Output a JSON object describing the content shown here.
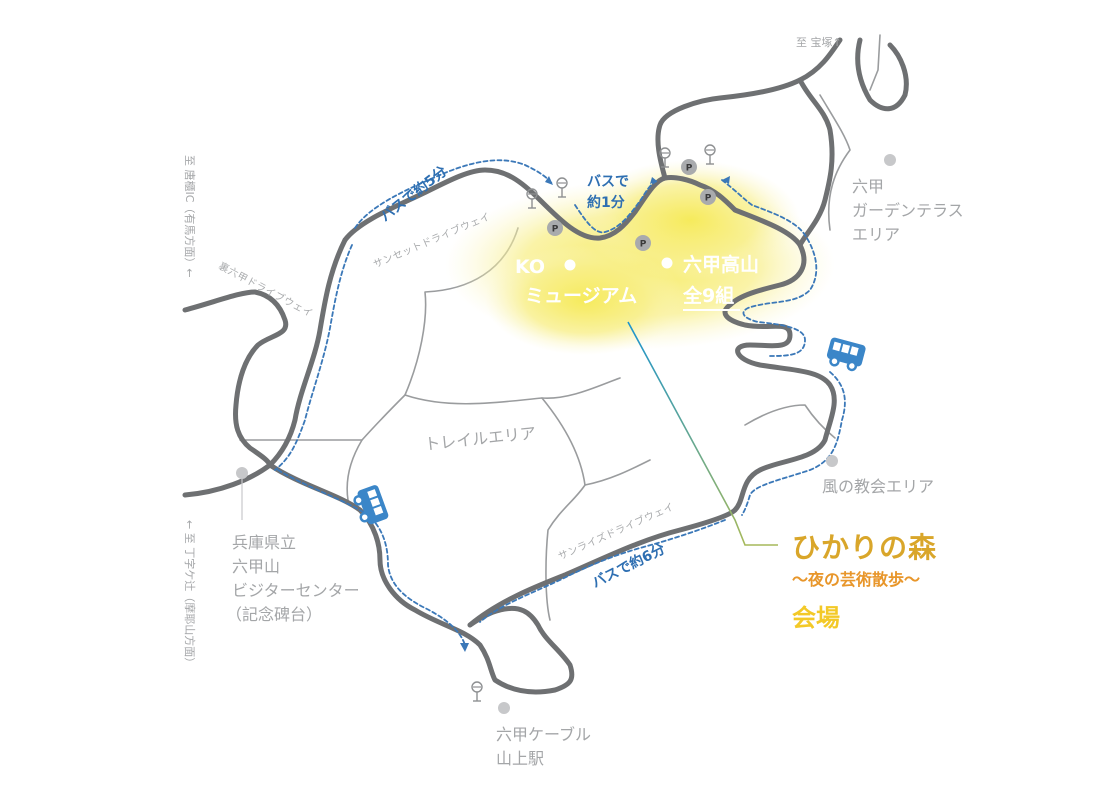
{
  "colors": {
    "road": "#6e7072",
    "minor_road": "#9a9c9e",
    "bus_route": "#3b78b8",
    "highlight": "#f7ee7a",
    "title": "#d9a62a",
    "subtitle": "#e8962a",
    "venue": "#f3c927",
    "pointer_line": "#2a9fd0"
  },
  "directions": {
    "takarazuka": "至 宝塚↑",
    "karato_ic": "至 唐櫃IC（有馬方面）←",
    "chojigatsuji": "← 至 丁字ケ辻（摩耶山方面）"
  },
  "roads": {
    "sunset_drive": "サンセットドライブウェイ",
    "ura_rokko_drive": "裏六甲ドライブウェイ",
    "sunrise_drive": "サンライズドライブウェイ"
  },
  "bus": {
    "five_min": "バスで約5分",
    "one_min_line1": "バスで",
    "one_min_line2": "約1分",
    "six_min": "バスで約6分"
  },
  "areas": {
    "garden_terrace": [
      "六甲",
      "ガーデンテラス",
      "エリア"
    ],
    "trail": "トレイルエリア",
    "wind_church": "風の教会エリア",
    "visitor_center": [
      "兵庫県立",
      "六甲山",
      "ビジターセンター",
      "（記念碑台）"
    ],
    "cable_station": [
      "六甲ケーブル",
      "山上駅"
    ]
  },
  "highlight_labels": {
    "rokko_left": "KO",
    "museum": "ミュージアム",
    "rokko_takayama": "六甲高山",
    "all_sets": "全9組"
  },
  "parking_label": "P",
  "event": {
    "title": "ひかりの森",
    "subtitle": "～夜の芸術散歩～",
    "venue": "会場"
  },
  "icons": [
    "bus-icon",
    "bus-stop-icon",
    "parking-icon",
    "location-dot-icon"
  ]
}
